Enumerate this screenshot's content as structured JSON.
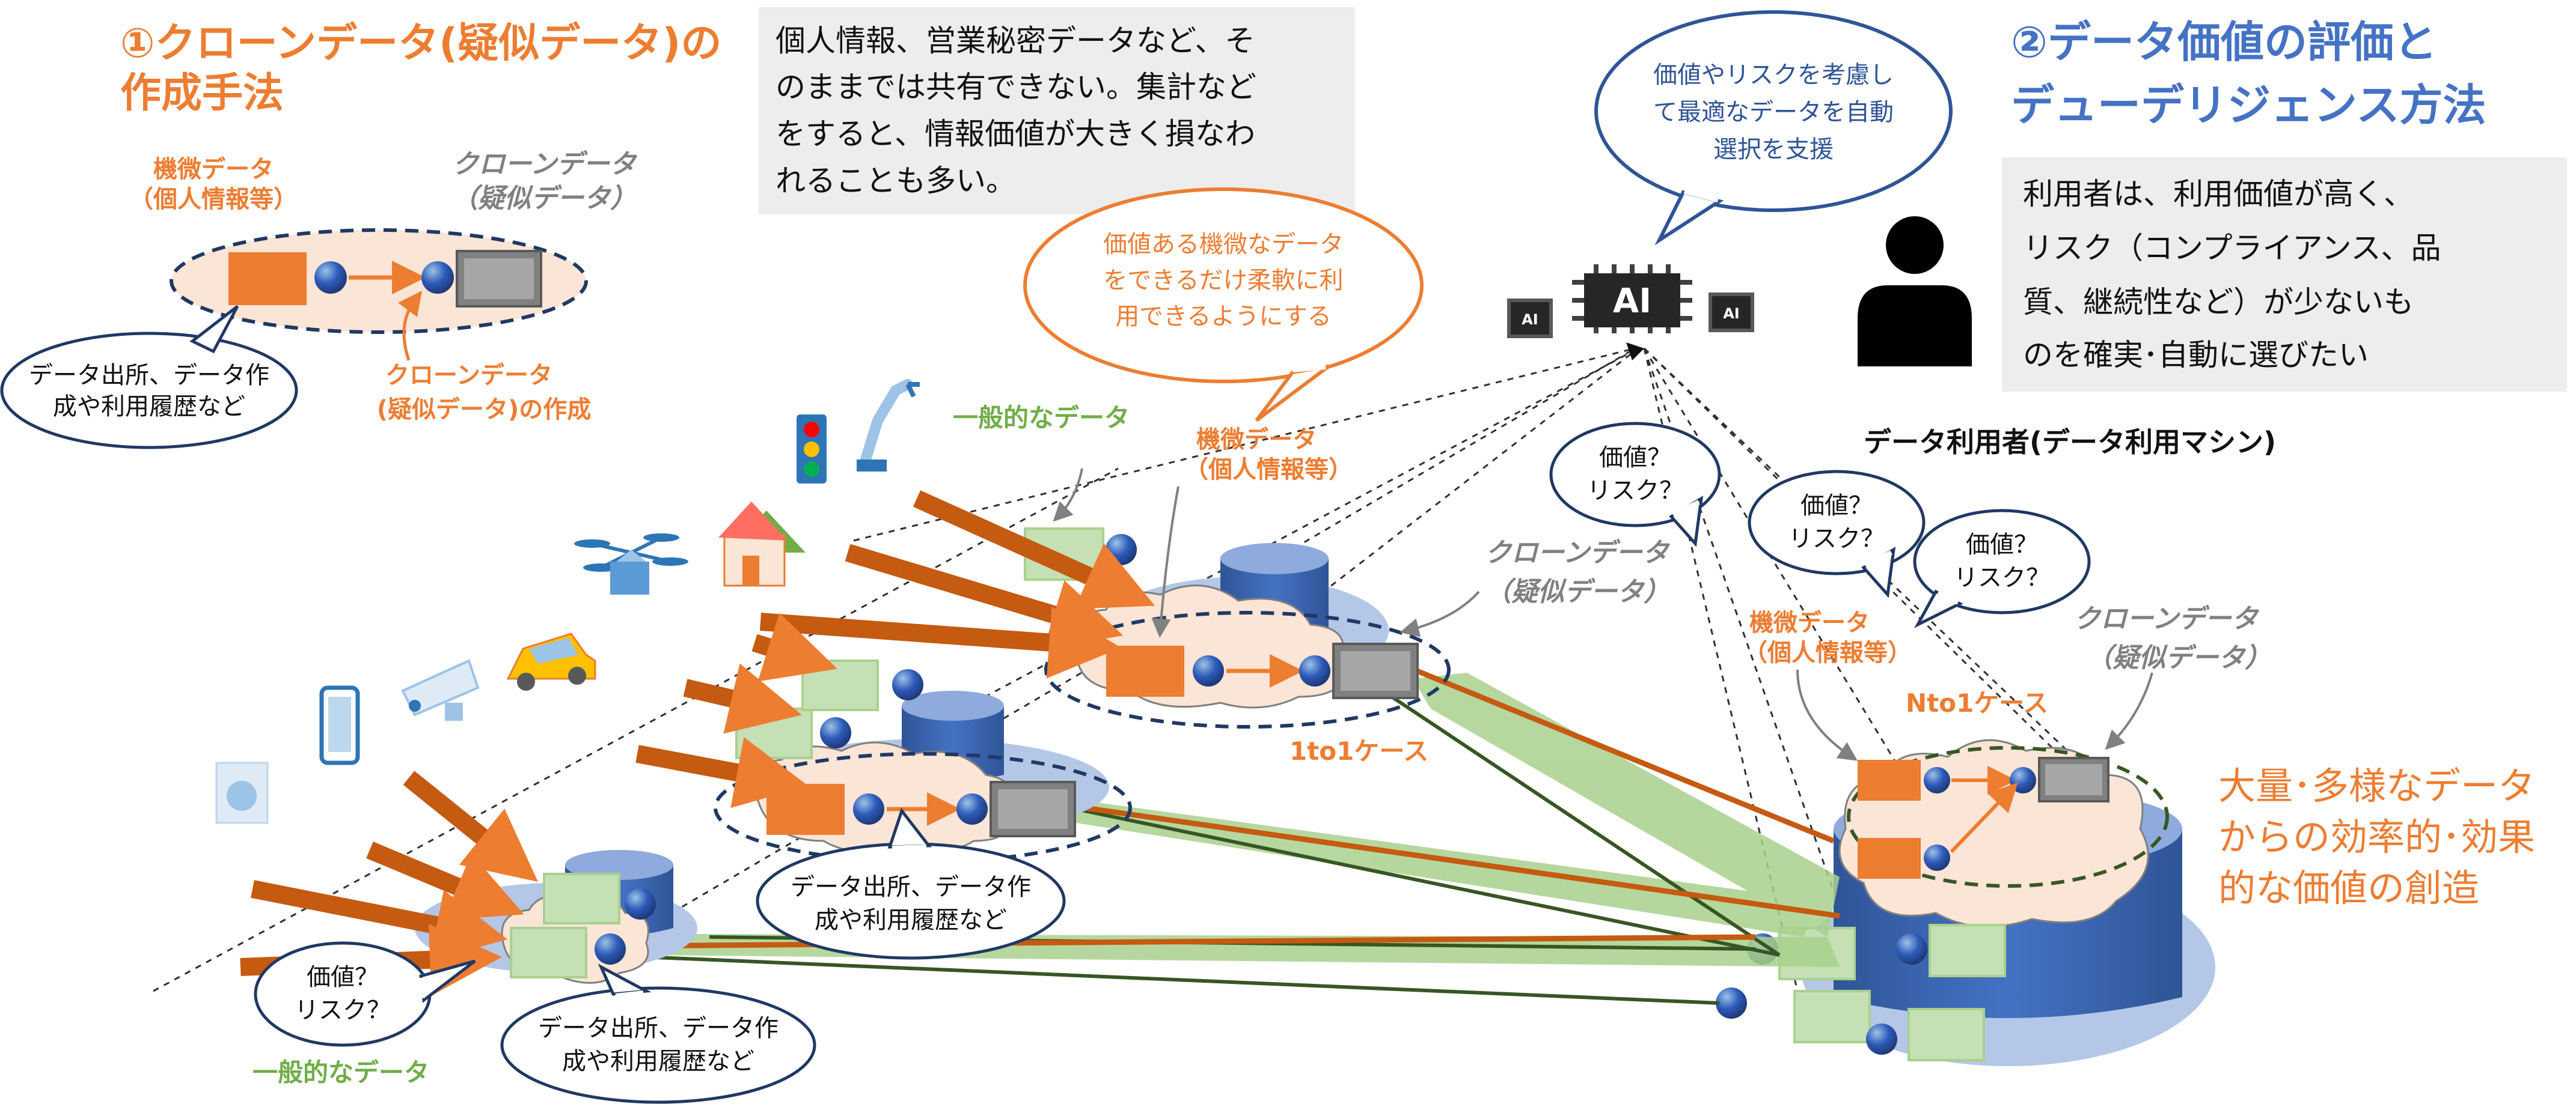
{
  "left_section": {
    "title_line1": "①クローンデータ(疑似データ)の",
    "title_line2": "作成手法",
    "sensitive_label_line1": "機微データ",
    "sensitive_label_line2": "（個人情報等）",
    "clone_label_line1": "クローンデータ",
    "clone_label_line2": "（疑似データ）",
    "provenance_line1": "データ出所、データ作",
    "provenance_line2": "成や利用履歴など",
    "create_label_line1": "クローンデータ",
    "create_label_line2": "(疑似データ)の作成"
  },
  "gray_note": {
    "line1": "個人情報、営業秘密データなど、そ",
    "line2": "のままでは共有できない。集計など",
    "line3": "をすると、情報価値が大きく損なわ",
    "line4": "れることも多い。"
  },
  "orange_bubble": {
    "line1": "価値ある機微なデータ",
    "line2": "をできるだけ柔軟に利",
    "line3": "用できるようにする"
  },
  "ai_bubble": {
    "line1": "価値やリスクを考慮し",
    "line2": "て最適なデータを自動",
    "line3": "選択を支援"
  },
  "ai_chip": {
    "main": "AI",
    "small_left": "AI",
    "small_right": "AI"
  },
  "right_section": {
    "title_line1": "②データ価値の評価と",
    "title_line2": "デューデリジェンス方法",
    "user_box_line1": "利用者は、利用価値が高く、",
    "user_box_line2": "リスク（コンプライアンス、品",
    "user_box_line3": "質、継続性など）が少ないも",
    "user_box_line4": "のを確実･自動に選びたい",
    "user_label": "データ利用者(データ利用マシン)",
    "creation_line1": "大量･多様なデータ",
    "creation_line2": "からの効率的･効果",
    "creation_line3": "的な価値の創造"
  },
  "diagram": {
    "general_data_top": "一般的なデータ",
    "general_data_bottom": "一般的なデータ",
    "sensitive_mid_line1": "機微データ",
    "sensitive_mid_line2": "（個人情報等）",
    "clone_mid_line1": "クローンデータ",
    "clone_mid_line2": "（疑似データ）",
    "case_1to1": "1to1ケース",
    "case_nto1": "Nto1ケース",
    "sensitive_right_line1": "機微データ",
    "sensitive_right_line2": "（個人情報等）",
    "clone_right_line1": "クローンデータ",
    "clone_right_line2": "（疑似データ）",
    "prov_mid_line1": "データ出所、データ作",
    "prov_mid_line2": "成や利用履歴など",
    "prov_bot_line1": "データ出所、データ作",
    "prov_bot_line2": "成や利用履歴など",
    "q_value": "価値？",
    "q_risk": "リスク？"
  },
  "colors": {
    "orange": "#ED7D31",
    "blue_title": "#4472C4",
    "green": "#70AD47",
    "light_green": "#C5E0B4",
    "navy": "#203864",
    "cylinder_blue": "#4472C4",
    "platform_blue": "#B4C7E7"
  }
}
